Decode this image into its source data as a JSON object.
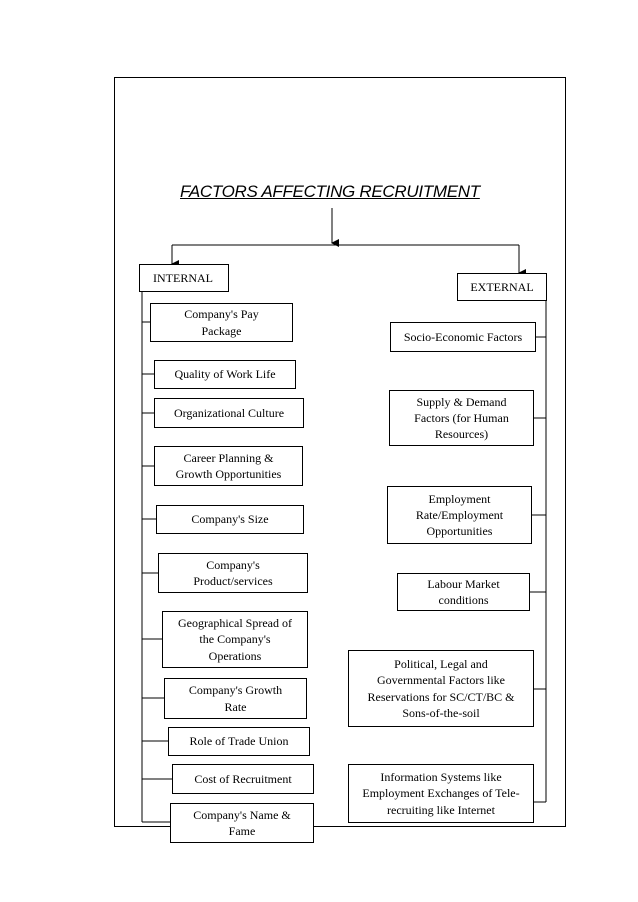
{
  "title": "FACTORS AFFECTING RECRUITMENT",
  "internal": {
    "label": "INTERNAL",
    "items": [
      "Company's  Pay\nPackage",
      "Quality  of Work  Life",
      "Organizational  Culture",
      "Career Planning  &\nGrowth Opportunities",
      "Company's  Size",
      "Company's\nProduct/services",
      "Geographical  Spread of\nthe Company's\nOperations",
      "Company's  Growth\nRate",
      "Role  of Trade Union",
      "Cost of Recruitment",
      "Company's  Name &\nFame"
    ]
  },
  "external": {
    "label": "EXTERNAL",
    "items": [
      "Socio-Economic  Factors",
      "Supply  & Demand\nFactors  (for Human\nResources)",
      "Employment\nRate/Employment\nOpportunities",
      "Labour Market\nconditions",
      "Political,  Legal  and\nGovernmental  Factors like\nReservations  for SC/CT/BC &\nSons-of-the-soil",
      "Information  Systems like\nEmployment  Exchanges  of Tele-\nrecruiting  like Internet"
    ]
  }
}
